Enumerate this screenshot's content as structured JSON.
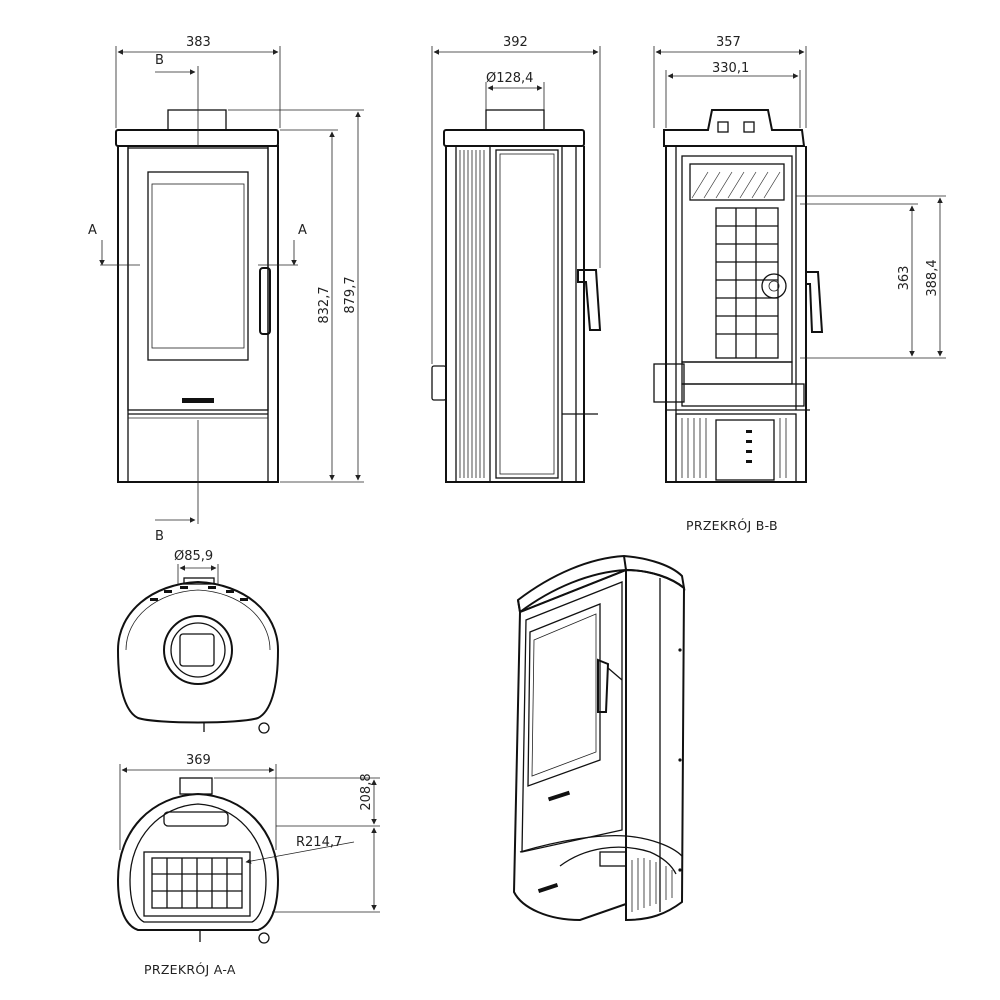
{
  "front_view": {
    "width": "383",
    "height_outer": "879,7",
    "height_inner": "832,7",
    "section_marker_b": "B",
    "section_marker_a": "A"
  },
  "side_view": {
    "width": "392",
    "flue_diameter": "Ø128,4"
  },
  "section_b": {
    "width_outer": "357",
    "width_inner": "330,1",
    "height_outer": "388,4",
    "height_inner": "363",
    "caption": "PRZEKRÓJ B-B"
  },
  "top_view": {
    "flue_diameter": "Ø85,9"
  },
  "section_a": {
    "width": "369",
    "depth": "208,8",
    "radius": "R214,7",
    "caption": "PRZEKRÓJ A-A"
  },
  "colors": {
    "line": "#111111",
    "background": "#ffffff"
  }
}
